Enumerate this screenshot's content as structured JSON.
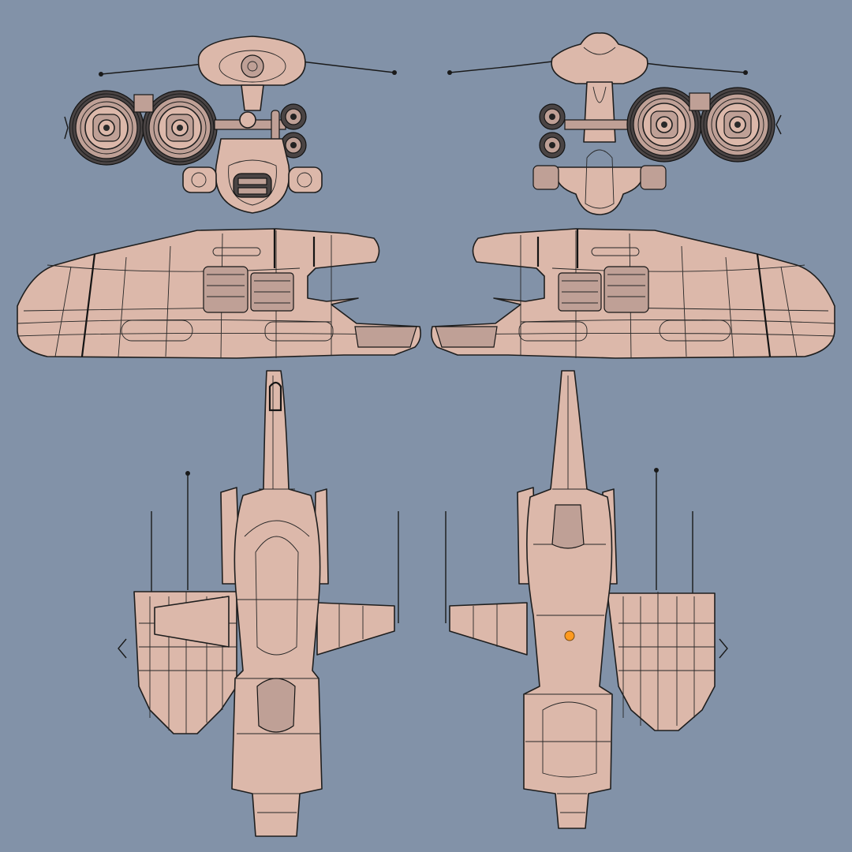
{
  "sheet": {
    "background": "#8292a8",
    "hull_color": "#dcb8aa",
    "line_color": "#1e1e1e",
    "marker_color": "#ff9a1f"
  },
  "views": [
    {
      "id": "front",
      "icon": "front-view-icon"
    },
    {
      "id": "rear",
      "icon": "rear-view-icon"
    },
    {
      "id": "left-side",
      "icon": "side-view-icon"
    },
    {
      "id": "right-side",
      "icon": "side-view-icon"
    },
    {
      "id": "top",
      "icon": "top-view-icon"
    },
    {
      "id": "bottom",
      "icon": "bottom-view-icon"
    }
  ]
}
